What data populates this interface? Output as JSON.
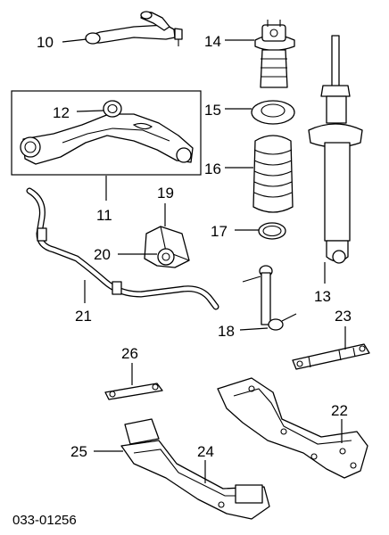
{
  "diagram": {
    "callouts": {
      "c10": "10",
      "c11": "11",
      "c12": "12",
      "c13": "13",
      "c14": "14",
      "c15": "15",
      "c16": "16",
      "c17": "17",
      "c18": "18",
      "c19": "19",
      "c20": "20",
      "c21": "21",
      "c22": "22",
      "c23": "23",
      "c24": "24",
      "c25": "25",
      "c26": "26"
    },
    "drawing_code": "033-01256",
    "parts": {
      "p10": "upper control arm",
      "p11": "lower control arm assembly",
      "p12": "control arm bushing",
      "p13": "shock absorber",
      "p14": "upper strut mount",
      "p15": "spring seat",
      "p16": "dust boot",
      "p17": "seal ring",
      "p18": "stabilizer link",
      "p19": "bracket",
      "p20": "stabilizer bushing",
      "p21": "stabilizer bar",
      "p22": "rear subframe",
      "p23": "brace",
      "p24": "front crossmember",
      "p25": "mount",
      "p26": "plate"
    },
    "colors": {
      "ink": "#000000",
      "paper": "#ffffff"
    }
  }
}
